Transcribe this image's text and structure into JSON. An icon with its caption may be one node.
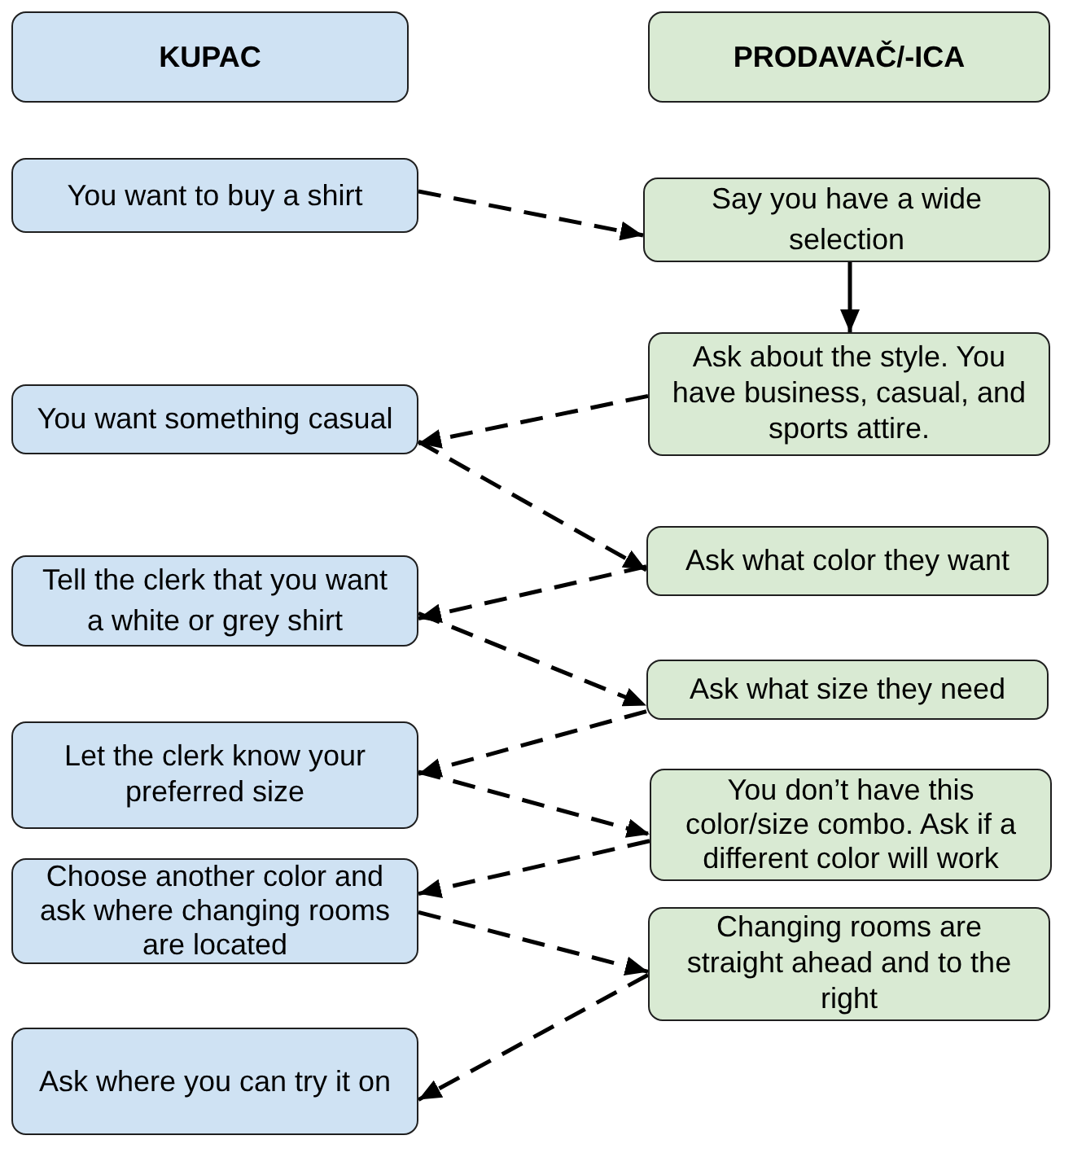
{
  "diagram": {
    "nodes": [
      {
        "text": [
          "KUPAC"
        ]
      },
      {
        "text": [
          "PRODAVAČ/-ICA"
        ]
      },
      {
        "text": [
          "You want to buy a shirt"
        ]
      },
      {
        "text": [
          "Say you have a wide selection"
        ]
      },
      {
        "text": [
          "Ask about the style. You have business, casual, and sports attire."
        ]
      },
      {
        "text": [
          "You want something casual"
        ]
      },
      {
        "text": [
          "Ask what color they want"
        ]
      },
      {
        "text": [
          "Tell the clerk that you want a white or grey shirt"
        ]
      },
      {
        "text": [
          "Ask what size they need"
        ]
      },
      {
        "text": [
          "Let the clerk know your preferred size"
        ]
      },
      {
        "text": [
          "You don’t have this color/size combo. Ask if a different color will work"
        ]
      },
      {
        "text": [
          "Choose another color and ask where changing rooms are located"
        ]
      },
      {
        "text": [
          "Changing rooms are straight ahead and to the right"
        ]
      },
      {
        "text": [
          "Ask where you can try it on"
        ]
      }
    ],
    "edges": [
      {
        "from": 2,
        "to": 3,
        "arrow": "to",
        "style": "dashed"
      },
      {
        "from": 3,
        "to": 4,
        "arrow": "to"
      },
      {
        "from": 4,
        "to": 5,
        "arrow": "to",
        "style": "dashed"
      },
      {
        "from": 5,
        "to": 6,
        "arrow": "to",
        "style": "dashed"
      },
      {
        "from": 6,
        "to": 7,
        "arrow": "to",
        "style": "dashed"
      },
      {
        "from": 7,
        "to": 8,
        "arrow": "to",
        "style": "dashed"
      },
      {
        "from": 8,
        "to": 9,
        "arrow": "to",
        "style": "dashed"
      },
      {
        "from": 9,
        "to": 10,
        "arrow": "to",
        "style": "dashed"
      },
      {
        "from": 10,
        "to": 11,
        "arrow": "to",
        "style": "dashed"
      },
      {
        "from": 11,
        "to": 12,
        "arrow": "to",
        "style": "dashed"
      },
      {
        "from": 12,
        "to": 13,
        "arrow": "to",
        "style": "dashed"
      }
    ]
  }
}
